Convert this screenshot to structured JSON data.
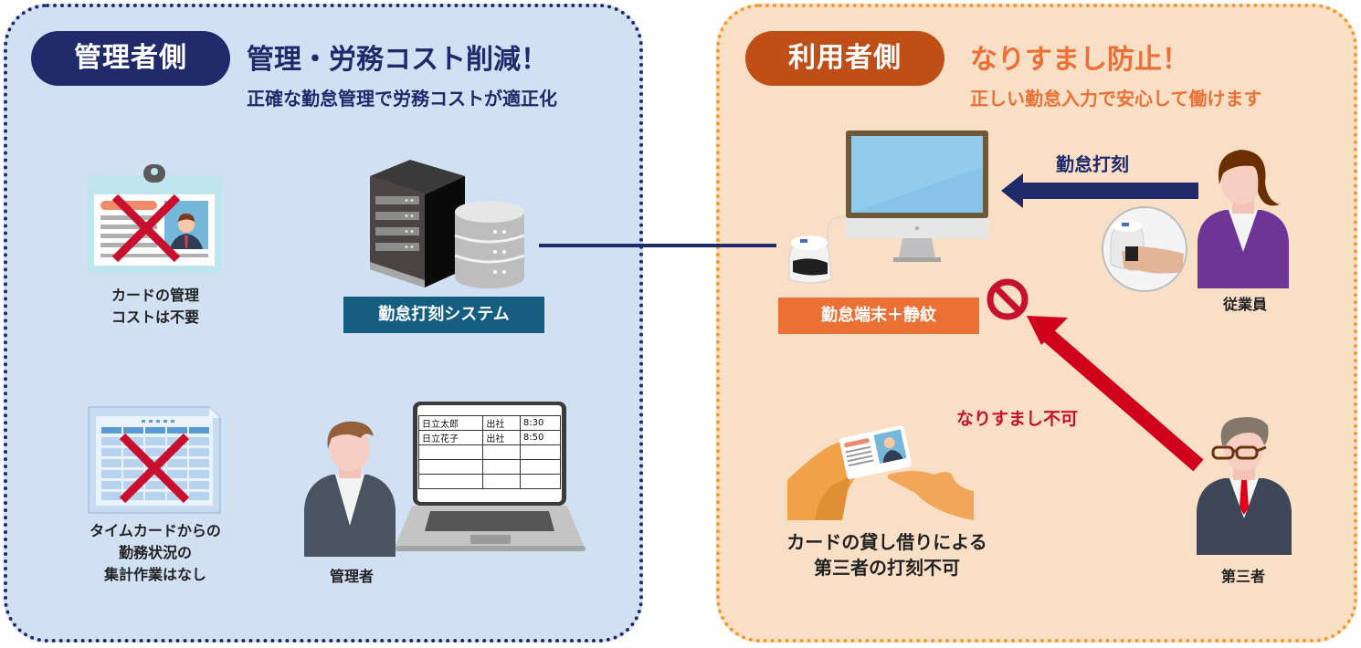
{
  "colors": {
    "navy": "#1f2a6b",
    "admin_panel_bg": "#d1e1f3",
    "user_panel_bg": "#f8dfc6",
    "user_pill": "#c04e17",
    "orange_text": "#ea7035",
    "dotted_orange": "#f29a2e",
    "red": "#c8102e",
    "system_label": "#155e82"
  },
  "admin": {
    "pill": "管理者側",
    "headline": "管理・労務コスト削減！",
    "subheadline": "正確な勤怠管理で労務コストが適正化",
    "card_caption": [
      "カードの管理",
      "コストは不要"
    ],
    "spreadsheet_caption": [
      "タイムカードからの",
      "勤務状況の",
      "集計作業はなし"
    ],
    "system_label": "勤怠打刻システム",
    "manager_label": "管理者",
    "laptop_table": [
      [
        "日立太郎",
        "出社",
        "8:30"
      ],
      [
        "日立花子",
        "出社",
        "8:50"
      ],
      [
        "",
        "",
        ""
      ],
      [
        "",
        "",
        ""
      ],
      [
        "",
        "",
        ""
      ]
    ]
  },
  "user": {
    "pill": "利用者側",
    "headline": "なりすまし防止！",
    "subheadline": "正しい勤怠入力で安心して働けます",
    "terminal_label": "勤怠端末＋静紋",
    "clock_in_label": "勤怠打刻",
    "employee_label": "従業員",
    "impersonation_label": "なりすまし不可",
    "card_lending_caption": [
      "カードの貸し借りによる",
      "第三者の打刻不可"
    ],
    "third_party_label": "第三者"
  },
  "icons": {
    "id_card": "id-card-icon",
    "cross": "cross-icon",
    "server": "server-icon",
    "database": "database-icon",
    "spreadsheet": "spreadsheet-icon",
    "laptop": "laptop-icon",
    "monitor": "monitor-icon",
    "fingerprint_reader": "finger-vein-reader-icon",
    "prohibited": "prohibited-icon",
    "arrow_left": "arrow-left-icon",
    "arrow_up_left": "arrow-up-left-icon",
    "hands_card": "hands-card-icon"
  }
}
